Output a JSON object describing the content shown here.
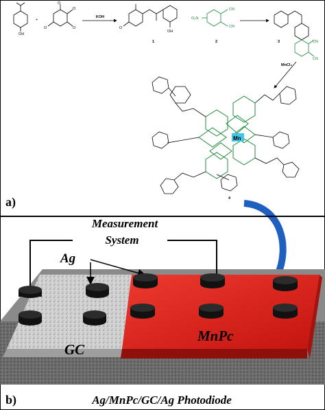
{
  "panel_a": {
    "label": "a)",
    "reagent_koh": "KOH",
    "reagent_mncl2": "MnCl₂",
    "compound_1": "1",
    "compound_2": "2",
    "compound_3": "3",
    "compound_4": "4",
    "metal_center": "Mn",
    "colors": {
      "phthalocyanine": "#1f8a3a",
      "metal_highlight": "#3fc6e8",
      "arrow": "#1f5fbf"
    }
  },
  "panel_b": {
    "label": "b)",
    "measurement_line1": "Measurement",
    "measurement_line2": "System",
    "electrode_label": "Ag",
    "left_layer_label": "GC",
    "right_layer_label": "MnPc",
    "device_title": "Ag/MnPc/GC/Ag Photodiode",
    "colors": {
      "mnpc": "#d9201c",
      "gc": "#c9c9c9",
      "substrate": "#6a6a6a",
      "electrode": "#111111"
    }
  },
  "icons": [
    "hexagon-ring-icon",
    "curved-arrow-icon",
    "electrode-disc-icon"
  ]
}
